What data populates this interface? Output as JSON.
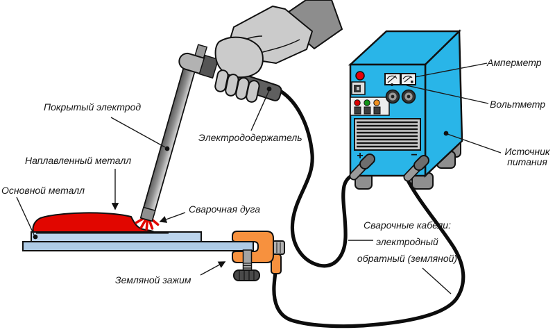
{
  "labels": {
    "covered_electrode": "Покрытый электрод",
    "deposited_metal": "Наплавленный металл",
    "base_metal": "Основной металл",
    "welding_arc": "Сварочная дуга",
    "electrode_holder": "Электрододержатель",
    "ground_clamp": "Земляной зажим",
    "ammeter": "Амперметр",
    "voltmeter": "Вольтметр",
    "power_source_line1": "Источник",
    "power_source_line2": "питания",
    "cables_title": "Сварочные кабели:",
    "cable_electrode": "электродный",
    "cable_return": "обратный (земляной)"
  },
  "power_source": {
    "terminal_positive": "+",
    "terminal_negative": "−",
    "indicator_lights": [
      "red",
      "green",
      "orange"
    ],
    "meters": [
      "ammeter",
      "voltmeter"
    ]
  },
  "colors": {
    "machine_cyan": "#29B5E8",
    "clamp_orange": "#F7913E",
    "weld_red": "#E10600",
    "plate_blue": "#BCD4EC",
    "plate_blue_dark": "#AECBE6",
    "cable_black": "#0D0D0D"
  }
}
